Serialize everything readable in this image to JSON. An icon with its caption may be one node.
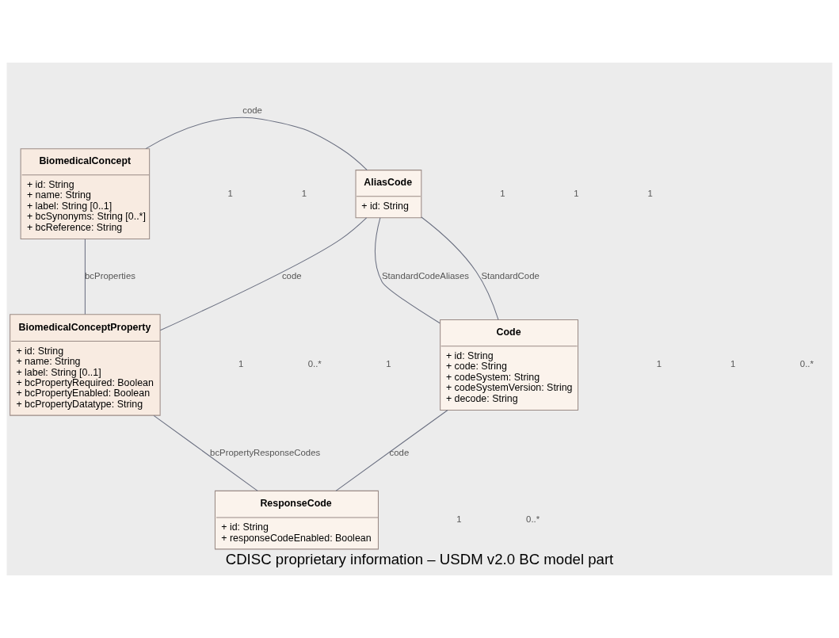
{
  "diagram": {
    "caption": "CDISC proprietary information – USDM v2.0 BC model part",
    "nodes": [
      {
        "text": [
          "AliasCode",
          "+ id: String"
        ]
      },
      {
        "text": [
          "BiomedicalConcept",
          "+ id: String",
          "+ name: String",
          "+ label: String [0..1]",
          "+ bcSynonyms: String [0..*]",
          "+ bcReference: String"
        ]
      },
      {
        "text": [
          "Code",
          "+ id: String",
          "+ code: String",
          "+ codeSystem: String",
          "+ codeSystemVersion: String",
          "+ decode: String"
        ]
      },
      {
        "text": [
          "BiomedicalConceptProperty",
          "+ id: String",
          "+ name: String",
          "+ label: String [0..1]",
          "+ bcPropertyRequired: Boolean",
          "+ bcPropertyEnabled: Boolean",
          "+ bcPropertyDatatype: String"
        ]
      },
      {
        "text": [
          "ResponseCode",
          "+ id: String",
          "+ responseCodeEnabled: Boolean"
        ]
      }
    ],
    "edges": [
      {
        "from": 1,
        "to": 0,
        "arrow": "none",
        "label": "code"
      },
      {
        "from": 3,
        "to": 0,
        "arrow": "none",
        "label": "code"
      },
      {
        "from": 0,
        "to": 2,
        "arrow": "none",
        "label": "StandardCode"
      },
      {
        "from": 0,
        "to": 2,
        "arrow": "none",
        "label": "StandardCodeAliases"
      },
      {
        "from": 1,
        "to": 3,
        "arrow": "none",
        "label": "bcProperties"
      },
      {
        "from": 2,
        "to": 4,
        "arrow": "none",
        "label": "code"
      },
      {
        "from": 3,
        "to": 4,
        "arrow": "none",
        "label": "bcPropertyResponseCodes"
      }
    ],
    "labels": [
      "1",
      "1",
      "1",
      "1",
      "1",
      "0..*",
      "1",
      "0..*",
      "1",
      "1",
      "1",
      "1",
      "0..*"
    ]
  }
}
